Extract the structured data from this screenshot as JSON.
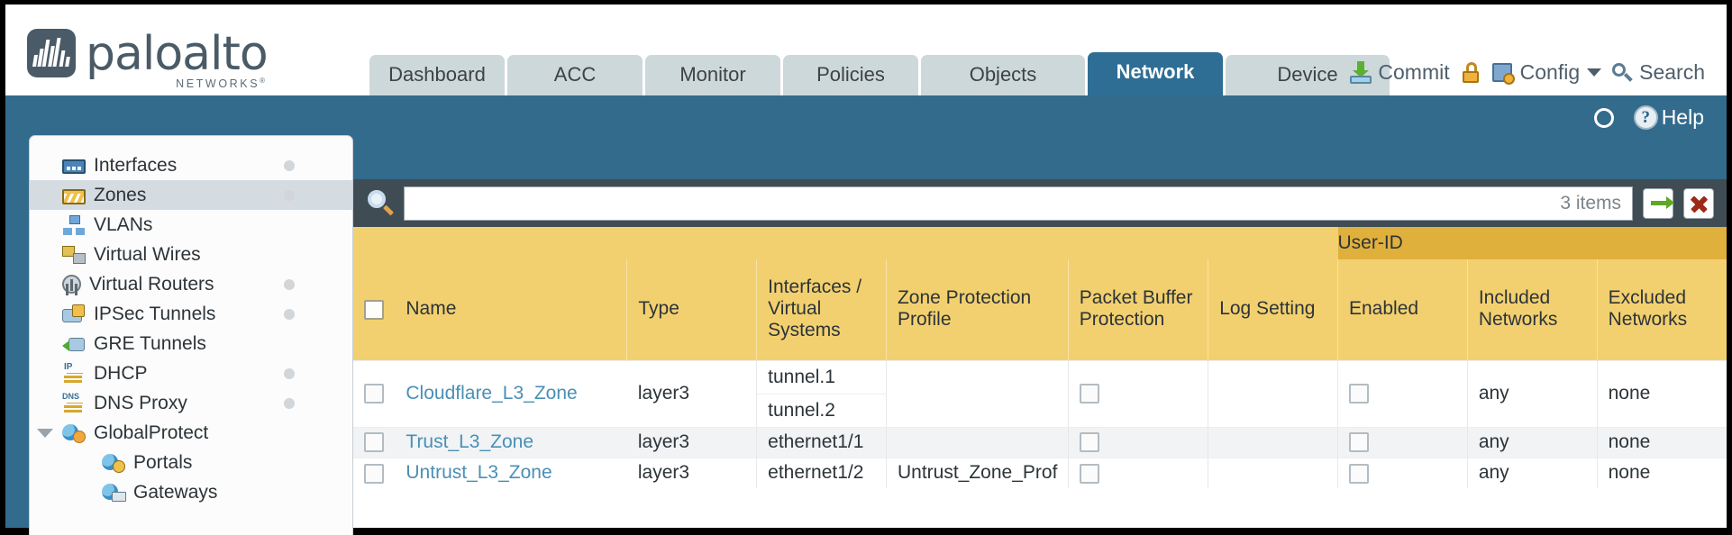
{
  "brand": {
    "name": "paloalto",
    "tagline": "NETWORKS",
    "registered": "®"
  },
  "nav": {
    "tabs": [
      {
        "label": "Dashboard",
        "active": false
      },
      {
        "label": "ACC",
        "active": false
      },
      {
        "label": "Monitor",
        "active": false
      },
      {
        "label": "Policies",
        "active": false
      },
      {
        "label": "Objects",
        "active": false
      },
      {
        "label": "Network",
        "active": true
      },
      {
        "label": "Device",
        "active": false
      }
    ]
  },
  "header_actions": {
    "commit": "Commit",
    "config": "Config",
    "search": "Search",
    "lock_icon": "lock-icon",
    "caret": "▼"
  },
  "band": {
    "refresh_icon": "refresh-icon",
    "help": "Help",
    "help_icon": "question-mark-icon"
  },
  "sidebar": {
    "items": [
      {
        "label": "Interfaces",
        "icon": "interfaces-icon",
        "active": false,
        "dot": true,
        "child": false,
        "expander": false
      },
      {
        "label": "Zones",
        "icon": "zones-icon",
        "active": true,
        "dot": true,
        "child": false,
        "expander": false
      },
      {
        "label": "VLANs",
        "icon": "vlans-icon",
        "active": false,
        "dot": false,
        "child": false,
        "expander": false
      },
      {
        "label": "Virtual Wires",
        "icon": "virtual-wires-icon",
        "active": false,
        "dot": false,
        "child": false,
        "expander": false
      },
      {
        "label": "Virtual Routers",
        "icon": "virtual-routers-icon",
        "active": false,
        "dot": true,
        "child": false,
        "expander": false
      },
      {
        "label": "IPSec Tunnels",
        "icon": "ipsec-tunnels-icon",
        "active": false,
        "dot": true,
        "child": false,
        "expander": false
      },
      {
        "label": "GRE Tunnels",
        "icon": "gre-tunnels-icon",
        "active": false,
        "dot": false,
        "child": false,
        "expander": false
      },
      {
        "label": "DHCP",
        "icon": "dhcp-icon",
        "active": false,
        "dot": true,
        "child": false,
        "expander": false
      },
      {
        "label": "DNS Proxy",
        "icon": "dns-proxy-icon",
        "active": false,
        "dot": true,
        "child": false,
        "expander": false
      },
      {
        "label": "GlobalProtect",
        "icon": "globalprotect-icon",
        "active": false,
        "dot": false,
        "child": false,
        "expander": true
      },
      {
        "label": "Portals",
        "icon": "portals-icon",
        "active": false,
        "dot": false,
        "child": true,
        "expander": false
      },
      {
        "label": "Gateways",
        "icon": "gateways-icon",
        "active": false,
        "dot": false,
        "child": true,
        "expander": false
      }
    ]
  },
  "filter": {
    "search_icon": "search-icon",
    "value": "",
    "placeholder": "",
    "item_count": "3 items",
    "apply_icon": "green-arrow-icon",
    "clear_icon": "red-x-icon"
  },
  "table": {
    "group_header": "User-ID",
    "columns": [
      "Name",
      "Type",
      "Interfaces / Virtual Systems",
      "Zone Protection Profile",
      "Packet Buffer Protection",
      "Log Setting",
      "Enabled",
      "Included Networks",
      "Excluded Networks"
    ],
    "rows": [
      {
        "selected": false,
        "name": "Cloudflare_L3_Zone",
        "type": "layer3",
        "interfaces": [
          "tunnel.1",
          "tunnel.2"
        ],
        "zone_protection_profile": "",
        "packet_buffer_protection": false,
        "log_setting": "",
        "userid_enabled": false,
        "included_networks": "any",
        "excluded_networks": "none"
      },
      {
        "selected": false,
        "name": "Trust_L3_Zone",
        "type": "layer3",
        "interfaces": [
          "ethernet1/1"
        ],
        "zone_protection_profile": "",
        "packet_buffer_protection": false,
        "log_setting": "",
        "userid_enabled": false,
        "included_networks": "any",
        "excluded_networks": "none"
      },
      {
        "selected": false,
        "name": "Untrust_L3_Zone",
        "type": "layer3",
        "interfaces": [
          "ethernet1/2"
        ],
        "zone_protection_profile": "Untrust_Zone_Prof",
        "packet_buffer_protection": false,
        "log_setting": "",
        "userid_enabled": false,
        "included_networks": "any",
        "excluded_networks": "none"
      }
    ]
  },
  "colors": {
    "brand_blue": "#336b8c",
    "tab_active": "#2e6e94",
    "header_gold": "#f3d06f",
    "group_gold": "#e0b03c",
    "link_blue": "#4a8fb5",
    "filterbar_dark": "#3f4c54"
  }
}
